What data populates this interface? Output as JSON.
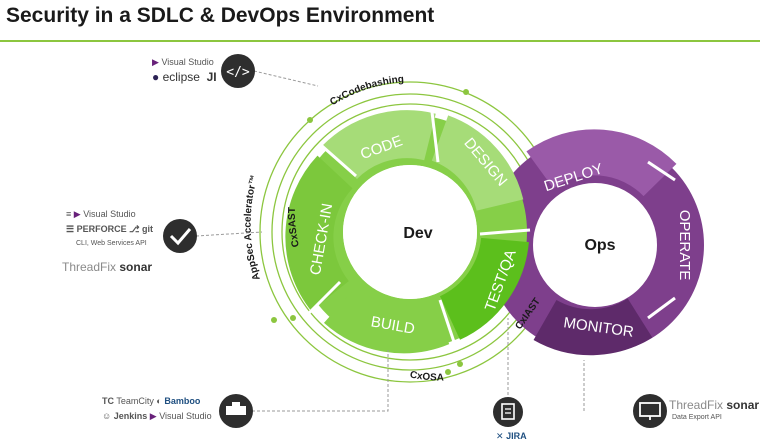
{
  "title": "Security in a SDLC & DevOps Environment",
  "colors": {
    "accent_green": "#8cc63f",
    "dev_light": "#a6dc78",
    "dev_mid": "#86cf48",
    "dev_bright": "#5cbf1c",
    "ops_purple": "#7e3f8c",
    "ops_dark": "#5e2a6a",
    "icon_dark": "#2e2e2e"
  },
  "dev_loop": {
    "center_label": "Dev",
    "segments": [
      "CODE",
      "DESIGN",
      "TEST/QA",
      "BUILD",
      "CHECK-IN"
    ]
  },
  "ops_loop": {
    "center_label": "Ops",
    "segments": [
      "DEPLOY",
      "OPERATE",
      "MONITOR"
    ]
  },
  "arc_labels": {
    "codebashing": "CxCodebashing",
    "accelerator": "AppSec Accelerator™",
    "sast": "CxSAST",
    "osa": "CxOSA",
    "iast": "CxIAST"
  },
  "tools": {
    "ide": {
      "icon": "code-icon",
      "visual_studio": "Visual Studio",
      "eclipse": "eclipse"
    },
    "check_in": {
      "icon": "checkmark-icon",
      "visual_studio": "Visual Studio",
      "perforce": "PERFORCE",
      "git": "git",
      "api": "CLI, Web Services API",
      "threadfix": "ThreadFix",
      "sonar": "sonar"
    },
    "build": {
      "icon": "server-icon",
      "teamcity": "TeamCity",
      "bamboo": "Bamboo",
      "jenkins": "Jenkins",
      "visual_studio": "Visual Studio"
    },
    "test": {
      "icon": "clipboard-icon",
      "jira": "JIRA"
    },
    "monitor": {
      "icon": "monitor-icon",
      "threadfix": "ThreadFix",
      "sonar": "sonar",
      "api": "Data Export API"
    }
  }
}
